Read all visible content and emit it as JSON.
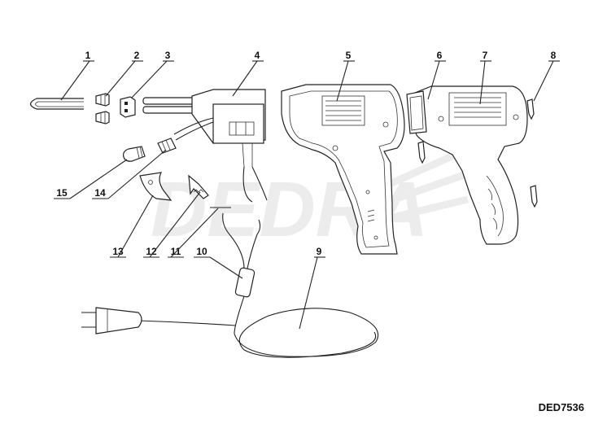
{
  "watermark": "DEDRA",
  "model_code": "DED7536",
  "labels": [
    {
      "text": "1",
      "ref": "tip"
    },
    {
      "text": "2",
      "ref": "tip-nuts"
    },
    {
      "text": "3",
      "ref": "tip-clamp"
    },
    {
      "text": "4",
      "ref": "transformer-assembly"
    },
    {
      "text": "5",
      "ref": "housing-left"
    },
    {
      "text": "6",
      "ref": "lamp-lens"
    },
    {
      "text": "7",
      "ref": "housing-right"
    },
    {
      "text": "8",
      "ref": "screw"
    },
    {
      "text": "9",
      "ref": "power-cord"
    },
    {
      "text": "10",
      "ref": "cable-strain-relief"
    },
    {
      "text": "11",
      "ref": "wire-lead"
    },
    {
      "text": "12",
      "ref": "switch-spring"
    },
    {
      "text": "13",
      "ref": "trigger"
    },
    {
      "text": "14",
      "ref": "lamp-holder"
    },
    {
      "text": "15",
      "ref": "lamp"
    }
  ]
}
